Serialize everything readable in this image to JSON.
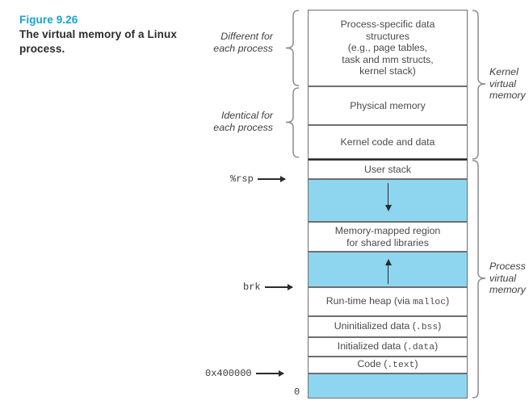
{
  "caption": {
    "number": "Figure 9.26",
    "title": "The virtual memory of a\nLinux process.",
    "number_color": "#17a2d4"
  },
  "colors": {
    "blue_region": "#8ed5f0",
    "block_border": "#6f6f6f",
    "text": "#4a4a4a",
    "accent": "#17a2d4"
  },
  "diagram": {
    "title": "Linux process virtual memory layout",
    "blocks": [
      {
        "id": "process-specific-data-structures",
        "label": "Process-specific data\nstructures\n(e.g., page tables,\ntask and mm structs,\nkernel stack)",
        "filled": false
      },
      {
        "id": "physical-memory",
        "label": "Physical memory",
        "filled": false
      },
      {
        "id": "kernel-code-and-data",
        "label": "Kernel code and data",
        "filled": false
      },
      {
        "id": "user-stack",
        "label": "User stack",
        "filled": false
      },
      {
        "id": "stack-growth-region",
        "label": "",
        "filled": true,
        "arrow": "down"
      },
      {
        "id": "memory-mapped-region",
        "label": "Memory-mapped region\nfor shared libraries",
        "filled": false
      },
      {
        "id": "heap-growth-region",
        "label": "",
        "filled": true,
        "arrow": "up"
      },
      {
        "id": "run-time-heap",
        "label_parts": [
          {
            "text": "Run-time heap (via ",
            "mono": false
          },
          {
            "text": "malloc",
            "mono": true
          },
          {
            "text": ")",
            "mono": false
          }
        ],
        "filled": false
      },
      {
        "id": "uninitialized-data",
        "label_parts": [
          {
            "text": "Uninitialized data (",
            "mono": false
          },
          {
            "text": ".bss",
            "mono": true
          },
          {
            "text": ")",
            "mono": false
          }
        ],
        "filled": false
      },
      {
        "id": "initialized-data",
        "label_parts": [
          {
            "text": "Initialized data (",
            "mono": false
          },
          {
            "text": ".data",
            "mono": true
          },
          {
            "text": ")",
            "mono": false
          }
        ],
        "filled": false
      },
      {
        "id": "code-text",
        "label_parts": [
          {
            "text": "Code (",
            "mono": false
          },
          {
            "text": ".text",
            "mono": true
          },
          {
            "text": ")",
            "mono": false
          }
        ],
        "filled": false
      },
      {
        "id": "reserved-low-region",
        "label": "",
        "filled": true
      }
    ],
    "pointers": [
      {
        "id": "rsp",
        "label": "%rsp"
      },
      {
        "id": "brk",
        "label": "brk"
      },
      {
        "id": "code-start",
        "label": "0x400000"
      }
    ],
    "zero_label": "0",
    "left_annotations": [
      {
        "id": "different-for-each-process",
        "text": "Different for\neach process"
      },
      {
        "id": "identical-for-each-process",
        "text": "Identical for\neach process"
      }
    ],
    "right_annotations": [
      {
        "id": "kernel-virtual-memory",
        "text": "Kernel\nvirtual\nmemory"
      },
      {
        "id": "process-virtual-memory",
        "text": "Process\nvirtual\nmemory"
      }
    ]
  }
}
